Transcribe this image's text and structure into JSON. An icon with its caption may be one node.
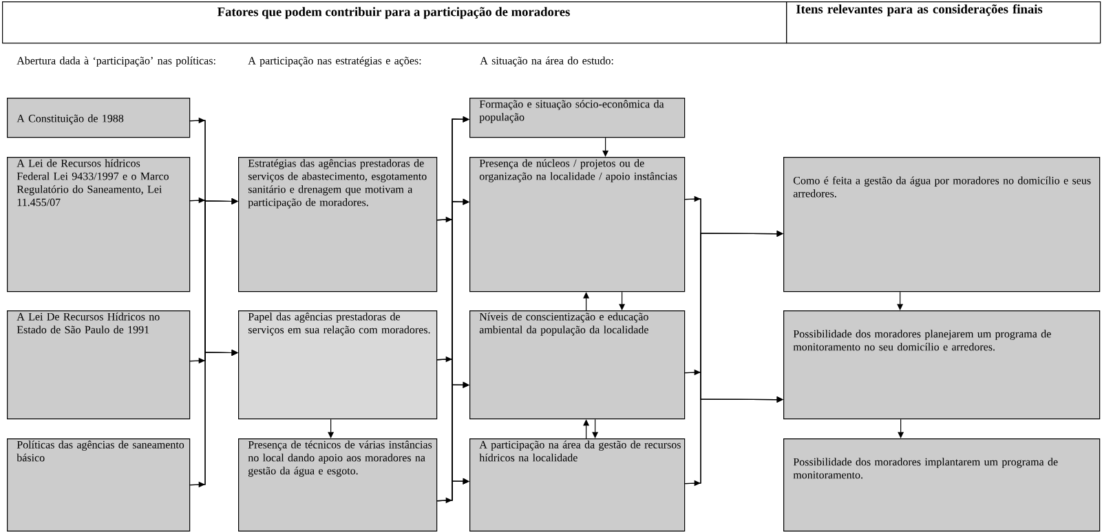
{
  "diagram": {
    "nodes": [
      {
        "text": [
          "Fatores que podem contribuir para a participação de moradores"
        ]
      },
      {
        "text": [
          "Itens relevantes para as considerações finais"
        ]
      },
      {
        "text": [
          "A Constituição de 1988"
        ]
      },
      {
        "text": [
          "A Lei de Recursos hídricos Federal  Lei 9433/1997 e o Marco Regulatório do Saneamento, Lei 11.455/07"
        ]
      },
      {
        "text": [
          "A Lei De Recursos Hídricos no Estado de São Paulo de 1991"
        ]
      },
      {
        "text": [
          "Políticas das agências de saneamento básico"
        ]
      },
      {
        "text": [
          "Estratégias das agências prestadoras de serviços de abastecimento, esgotamento sanitário e drenagem que motivam a participação de moradores."
        ]
      },
      {
        "text": [
          "Papel das agências prestadoras de serviços em sua relação com moradores."
        ]
      },
      {
        "text": [
          "Presença de técnicos de várias instâncias no local dando apoio aos moradores na gestão da água e esgoto."
        ]
      },
      {
        "text": [
          "Formação e situação sócio-econômica da população"
        ]
      },
      {
        "text": [
          "Presença de núcleos / projetos ou de organização na localidade / apoio instâncias"
        ]
      },
      {
        "text": [
          "Níveis de conscientização e educação ambiental da população da localidade"
        ]
      },
      {
        "text": [
          "A participação na área da gestão de recursos hídricos na localidade"
        ]
      },
      {
        "text": [
          "Como é feita a gestão da água por moradores no domicílio e seus arredores."
        ]
      },
      {
        "text": [
          "Possibilidade dos moradores planejarem um programa de monitoramento no seu domicílio e arredores."
        ]
      },
      {
        "text": [
          "Possibilidade dos moradores implantarem um programa de monitoramento."
        ]
      }
    ],
    "edges": [
      {
        "from": 2,
        "to": 6,
        "arrow": "to"
      },
      {
        "from": 2,
        "to": 7,
        "arrow": "to"
      },
      {
        "from": 3,
        "to": 6,
        "arrow": "to"
      },
      {
        "from": 3,
        "to": 7,
        "arrow": "to"
      },
      {
        "from": 4,
        "to": 6,
        "arrow": "to"
      },
      {
        "from": 4,
        "to": 7,
        "arrow": "to"
      },
      {
        "from": 5,
        "to": 6,
        "arrow": "to"
      },
      {
        "from": 5,
        "to": 7,
        "arrow": "to"
      },
      {
        "from": 7,
        "to": 8,
        "arrow": "to"
      },
      {
        "from": 6,
        "to": 9,
        "arrow": "to"
      },
      {
        "from": 6,
        "to": 10,
        "arrow": "to"
      },
      {
        "from": 6,
        "to": 11,
        "arrow": "to"
      },
      {
        "from": 6,
        "to": 12,
        "arrow": "to"
      },
      {
        "from": 7,
        "to": 9,
        "arrow": "to"
      },
      {
        "from": 7,
        "to": 10,
        "arrow": "to"
      },
      {
        "from": 7,
        "to": 11,
        "arrow": "to"
      },
      {
        "from": 7,
        "to": 12,
        "arrow": "to"
      },
      {
        "from": 8,
        "to": 9,
        "arrow": "to"
      },
      {
        "from": 8,
        "to": 10,
        "arrow": "to"
      },
      {
        "from": 8,
        "to": 11,
        "arrow": "to"
      },
      {
        "from": 8,
        "to": 12,
        "arrow": "to"
      },
      {
        "from": 9,
        "to": 10,
        "arrow": "to"
      },
      {
        "from": 11,
        "to": 10,
        "arrow": "to"
      },
      {
        "from": 10,
        "to": 11,
        "arrow": "to"
      },
      {
        "from": 12,
        "to": 11,
        "arrow": "to"
      },
      {
        "from": 11,
        "to": 12,
        "arrow": "to"
      },
      {
        "from": 10,
        "to": 13,
        "arrow": "to"
      },
      {
        "from": 10,
        "to": 14,
        "arrow": "to"
      },
      {
        "from": 11,
        "to": 13,
        "arrow": "to"
      },
      {
        "from": 11,
        "to": 14,
        "arrow": "to"
      },
      {
        "from": 12,
        "to": 13,
        "arrow": "to"
      },
      {
        "from": 12,
        "to": 14,
        "arrow": "to"
      },
      {
        "from": 13,
        "to": 14,
        "arrow": "to"
      },
      {
        "from": 14,
        "to": 15,
        "arrow": "to"
      }
    ],
    "labels": [
      "Abertura dada à ‘participação’ nas políticas:",
      "A participação nas estratégias e ações:",
      "A situação na área do estudo:"
    ]
  }
}
